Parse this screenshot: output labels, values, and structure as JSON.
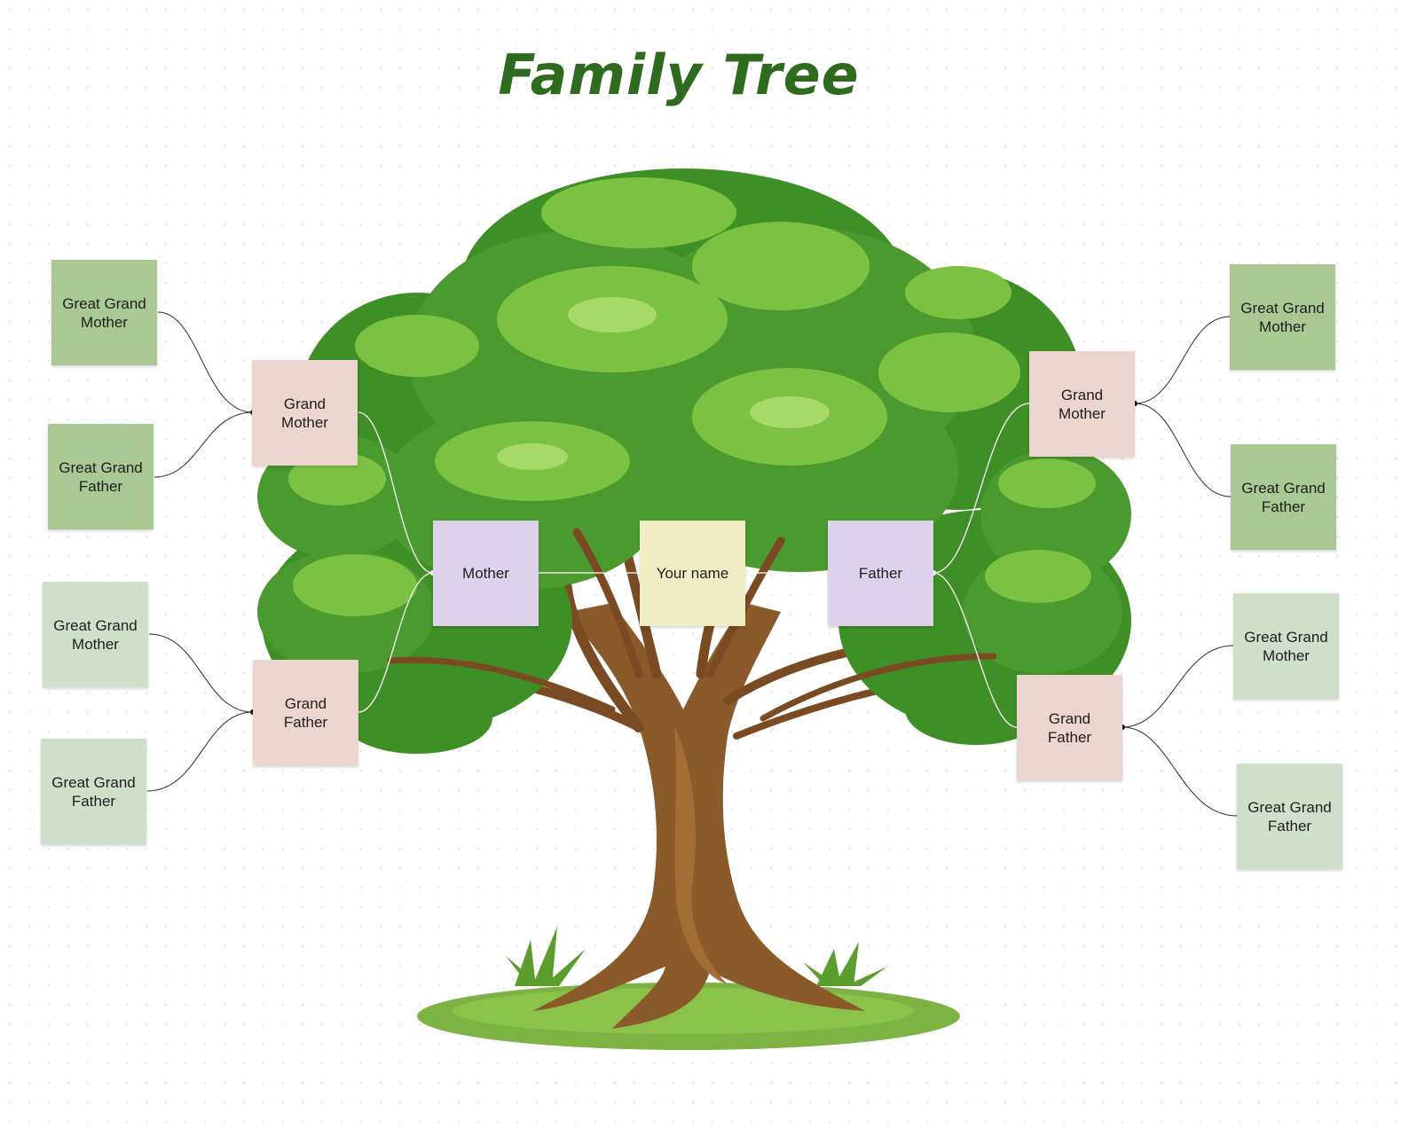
{
  "title": "Family Tree",
  "colors": {
    "title": "#2e6b1f",
    "self_note": "#f0ecc4",
    "parent_note": "#dcd2ec",
    "grandparent_note": "#ecd5ce",
    "great_grandparent_note_top": "#a9c893",
    "great_grandparent_note_bottom": "#cfdfca"
  },
  "notes": {
    "self": "Your name",
    "mother": "Mother",
    "father": "Father",
    "left_grandmother": "Grand\nMother",
    "left_grandfather": "Grand\nFather",
    "right_grandmother": "Grand\nMother",
    "right_grandfather": "Grand\nFather",
    "left_gm_great_grandmother": "Great Grand\nMother",
    "left_gm_great_grandfather": "Great Grand\nFather",
    "left_gf_great_grandmother": "Great Grand\nMother",
    "left_gf_great_grandfather": "Great Grand\nFather",
    "right_gm_great_grandmother": "Great Grand\nMother",
    "right_gm_great_grandfather": "Great Grand\nFather",
    "right_gf_great_grandmother": "Great Grand\nMother",
    "right_gf_great_grandfather": "Great Grand\nFather"
  },
  "illustration": "tree-illustration"
}
